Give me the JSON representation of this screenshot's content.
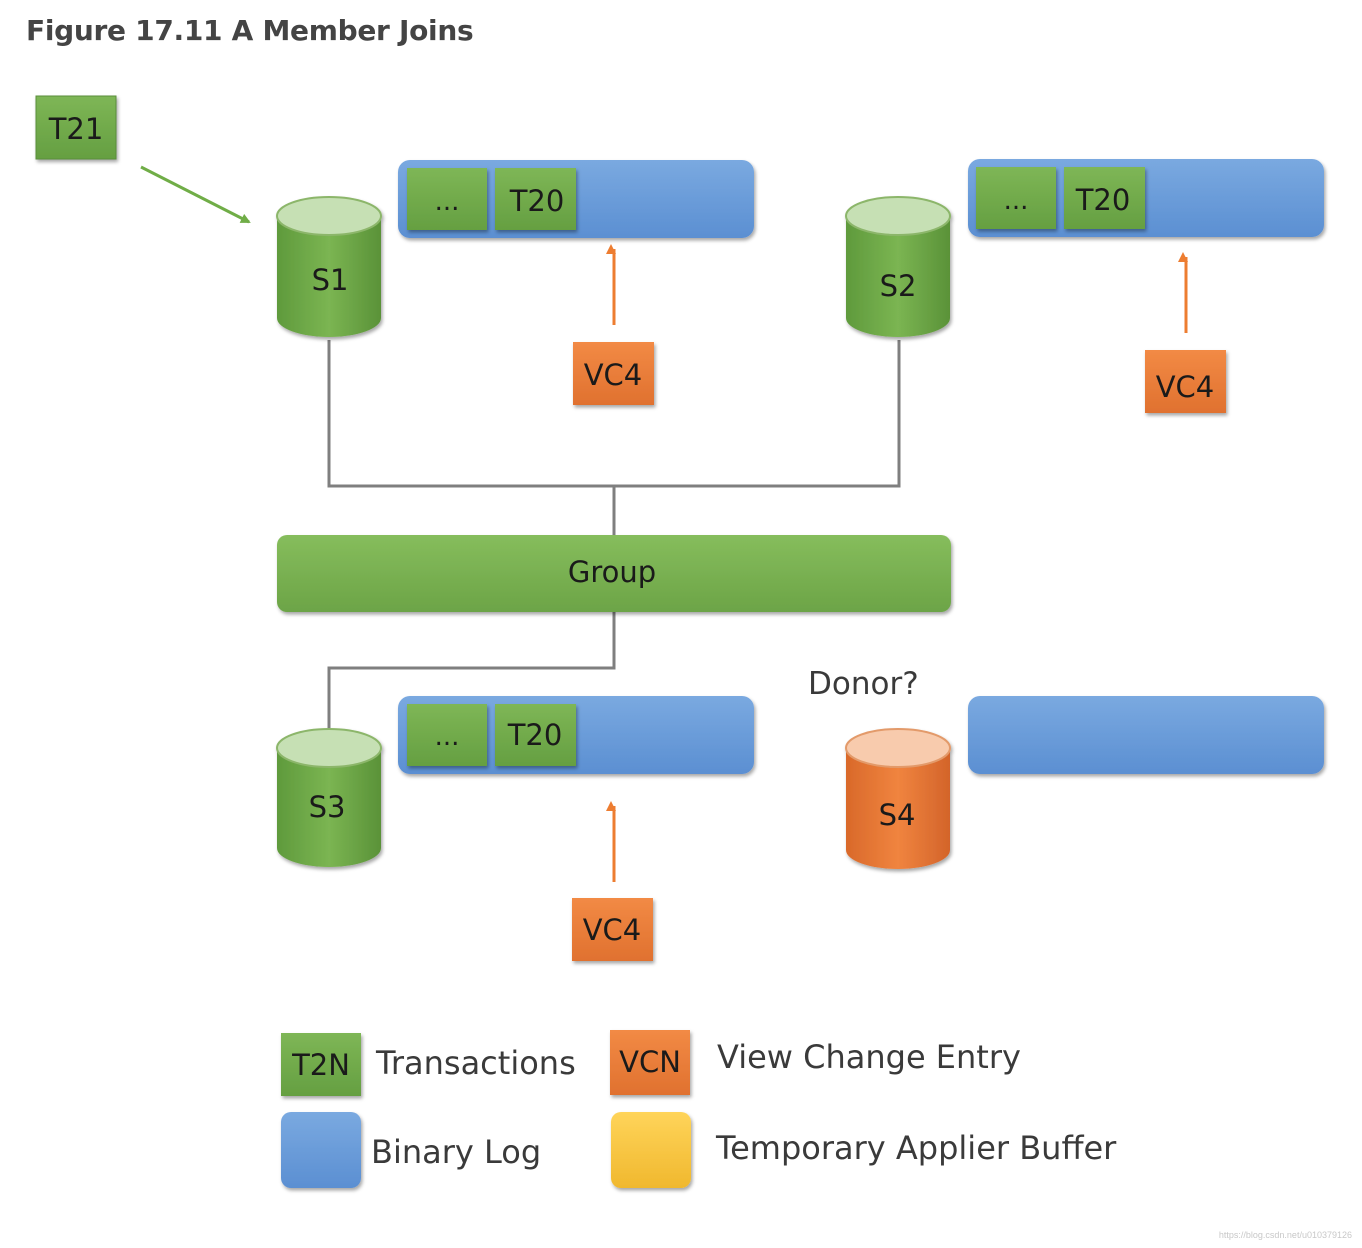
{
  "title": "Figure 17.11 A Member Joins",
  "incoming_transaction": "T21",
  "servers": [
    {
      "name": "S1",
      "color": "green",
      "binlog": [
        "...",
        "T20"
      ],
      "view_change": "VC4"
    },
    {
      "name": "S2",
      "color": "green",
      "binlog": [
        "...",
        "T20"
      ],
      "view_change": "VC4"
    },
    {
      "name": "S3",
      "color": "green",
      "binlog": [
        "...",
        "T20"
      ],
      "view_change": "VC4"
    },
    {
      "name": "S4",
      "color": "orange",
      "binlog": [],
      "view_change": ""
    }
  ],
  "group_label": "Group",
  "donor_label": "Donor?",
  "legend": [
    {
      "swatch": "T2N",
      "label": "Transactions",
      "color": "#70ad47"
    },
    {
      "swatch": "VCN",
      "label": "View Change Entry",
      "color": "#ed7d31"
    },
    {
      "swatch": "",
      "label": "Binary Log",
      "color": "#5b9bd5"
    },
    {
      "swatch": "",
      "label": "Temporary Applier Buffer",
      "color": "#ffc000"
    }
  ],
  "watermark": "https://blog.csdn.net/u010379126"
}
